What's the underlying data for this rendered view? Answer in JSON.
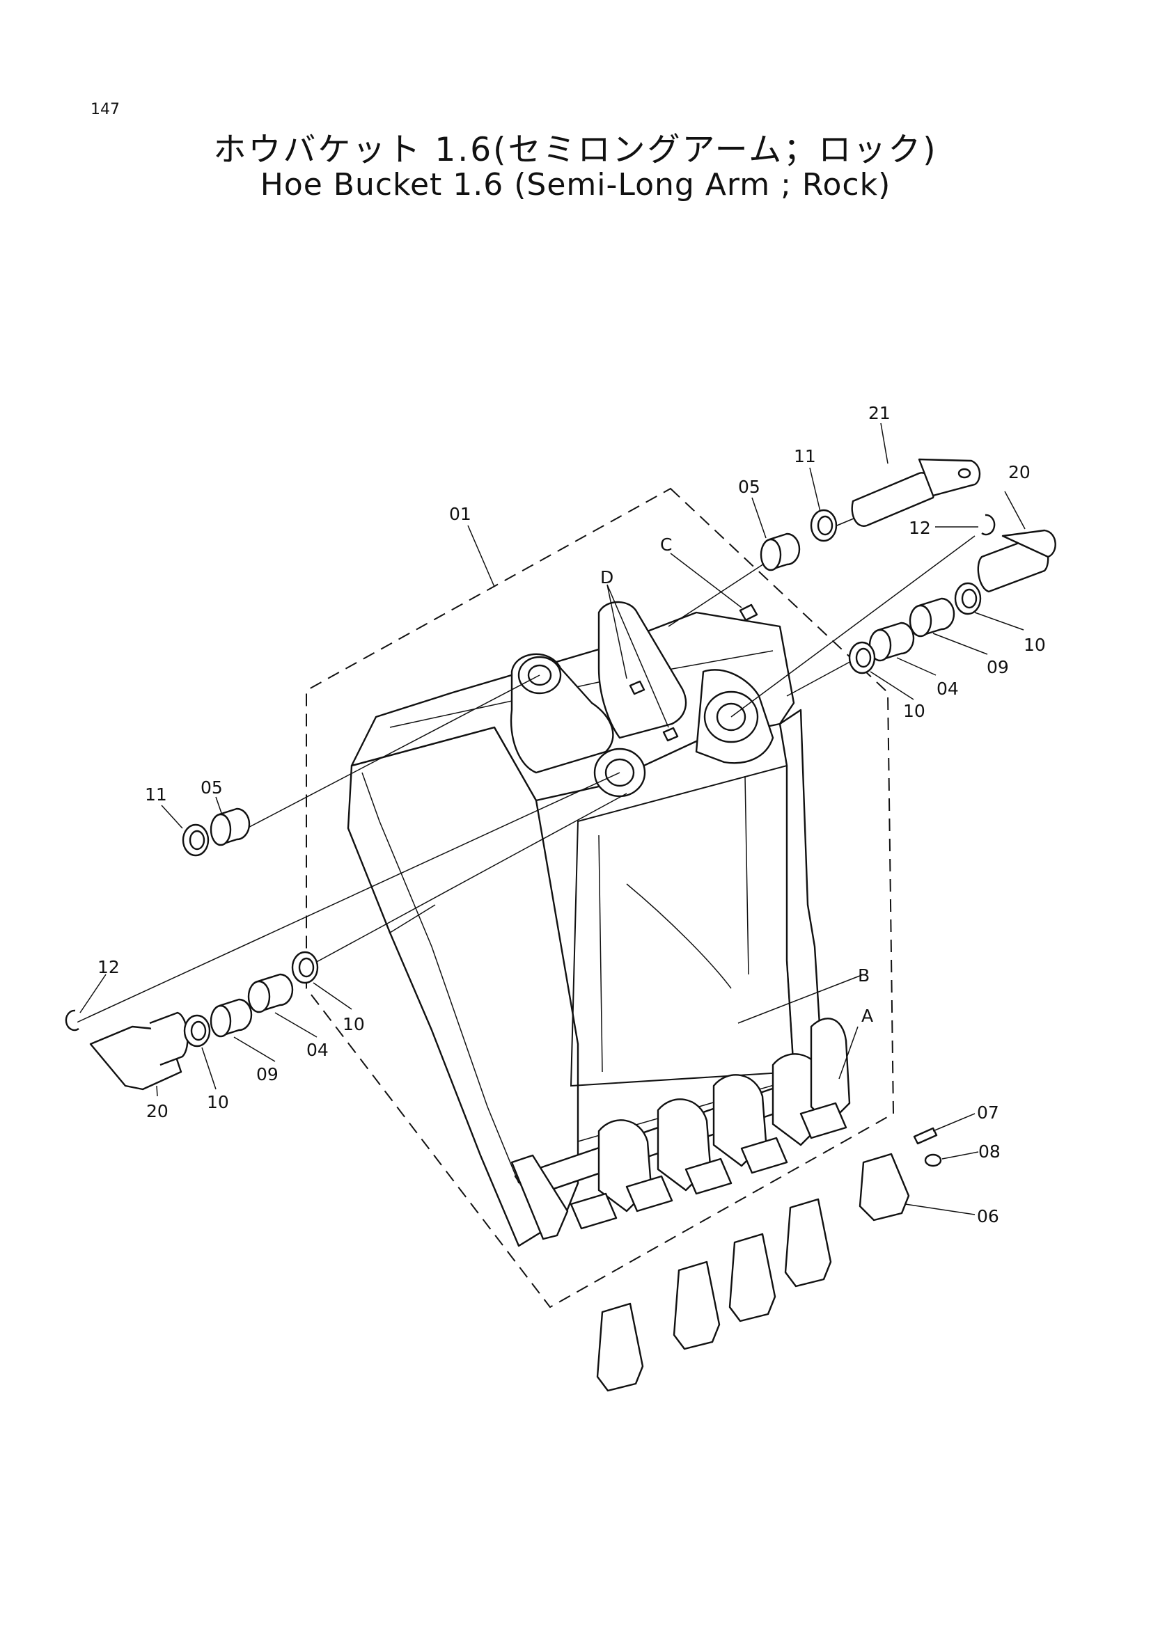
{
  "page_number": "147",
  "title_jp": "ホウバケット 1.6(セミロングアーム；ロック)",
  "title_en": "Hoe Bucket 1.6 (Semi-Long Arm ; Rock)",
  "labels": {
    "p01": "01",
    "p04a": "04",
    "p04b": "04",
    "p05a": "05",
    "p05b": "05",
    "p06": "06",
    "p07": "07",
    "p08": "08",
    "p09a": "09",
    "p09b": "09",
    "p10a": "10",
    "p10b": "10",
    "p10c": "10",
    "p10d": "10",
    "p11a": "11",
    "p11b": "11",
    "p12a": "12",
    "p12b": "12",
    "p20a": "20",
    "p20b": "20",
    "p21": "21",
    "pA": "A",
    "pB": "B",
    "pC": "C",
    "pD": "D"
  }
}
